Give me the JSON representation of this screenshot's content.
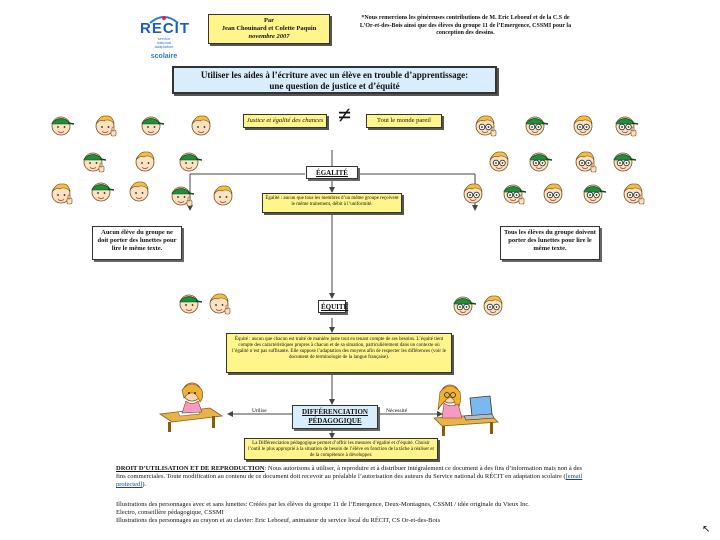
{
  "logo": {
    "name": "RECIT",
    "tagline": [
      "service",
      "national",
      "adaptation",
      "scolaire"
    ]
  },
  "authors": {
    "by": "Par",
    "names": "Jean Chouinard et Colette Paquin",
    "date": "novembre 2007"
  },
  "thanks": "*Nous remercions les généreuses contributions de M. Eric Leboeuf et de la C.S de L’Or-et-des-Bois ainsi que des élèves du groupe 11 de l’Emergence, CSSMI pour la conception des dessins.",
  "title": {
    "line1": "Utiliser les aides à l’écriture avec un élève en trouble d’apprentissage:",
    "line2": "une question de justice et d’équité"
  },
  "top_left_label": "Justice et égalité des chances",
  "neq_symbol": "≠",
  "top_right_label": "Tout le monde pareil",
  "egalite": {
    "label": "ÉGALITÉ",
    "definition": "Égalité : aucun que tous les membres d’un même groupe reçoivent le même traitement, débit à l’uniformité."
  },
  "left_note": "Aucun élève du groupe ne doit porter des lunettes pour lire le même texte.",
  "right_note": "Tous les élèves du groupe doivent porter des lunettes pour lire le même texte.",
  "equite": {
    "label": "ÉQUITÉ",
    "definition": "Équité : aucun que chacun est traité de manière juste tout en tenant compte de ses besoins. L’équité tient compte des caractéristiques propres à chacun et de sa situation, particulièrement dans un contexte où l’égalité n’est pas suffisante. Elle suppose l’adaptation des moyens afin de respecter les différences (voir le document de terminologie de la langue française)."
  },
  "bottom": {
    "left_label": "Utilise",
    "right_label": "Nécessité",
    "center_label_1": "DIFFÉRENCIATION",
    "center_label_2": "PÉDAGOGIQUE",
    "definition": "La Différenciation pédagogique permet d’offrir les mesures d’égalité et d’équité. Choisir l’outil le plus approprié à la situation de besoin de l’élève en fonction de la tâche à réaliser et de la compétence à développer."
  },
  "footer": {
    "rights_heading": "DROIT D’UTILISATION ET DE REPRODUCTION",
    "rights_text": ": Nous autorisons à utiliser, à reproduire et à distribuer intégralement ce document à des fins d’information mais non à des fins commerciales. Toute modification au contenu de ce document doit recevoir au préalable l’autorisation des auteurs du Service national du RÉCIT en adaptation scolaire (",
    "rights_link": "[email protected]",
    "rights_end": ").",
    "illus1": "Illustrations des personnages avec et sans lunettes: Créées par les élèves du groupe 11 de l’Emergence, Deux-Montagnes, CSSMI / idée originale du Vieux Inc.",
    "illus2": "Electro, conseillère pédagogique, CSSMI",
    "illus3": "Illustrations des personnages au crayon et au clavier: Eric Leboeuf, animateur du service local du RÉCIT, CS Or-et-des-Bois"
  },
  "corner_mark": "↖"
}
